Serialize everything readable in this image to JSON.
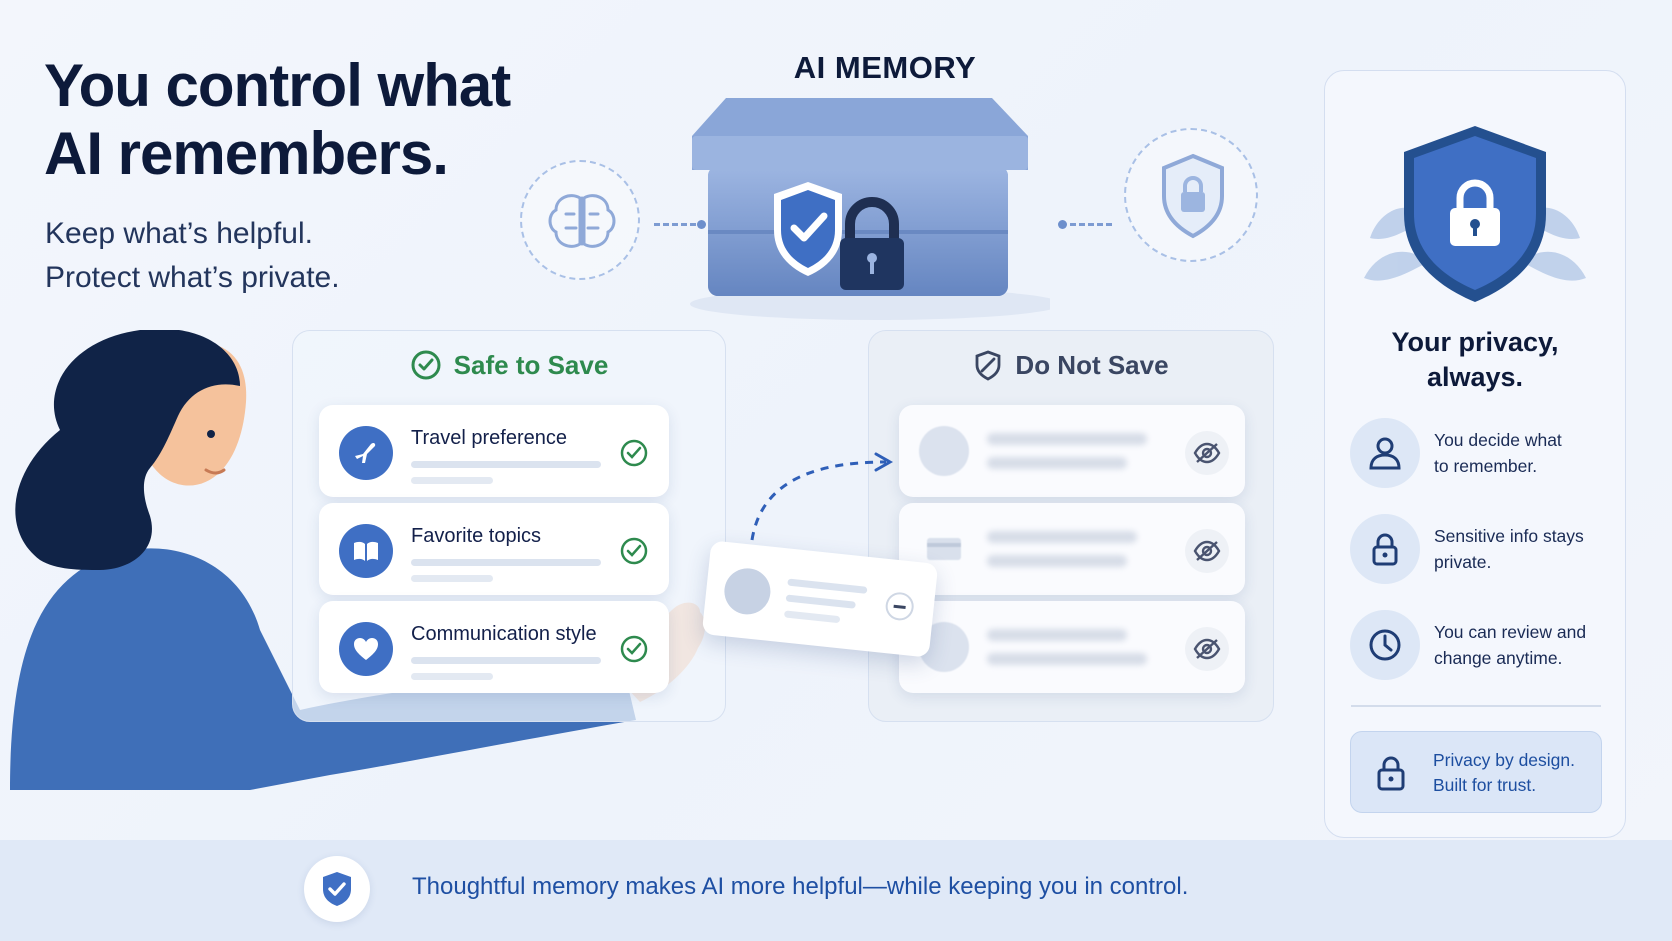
{
  "headline": {
    "line1": "You control what",
    "line2": "AI remembers.",
    "sub1": "Keep what’s helpful.",
    "sub2": "Protect what’s private."
  },
  "memory": {
    "title": "AI MEMORY"
  },
  "safe_panel": {
    "title": "Safe to Save",
    "accent": "#2e8a4e",
    "items": [
      {
        "label": "Travel preference",
        "icon": "airplane-icon"
      },
      {
        "label": "Favorite topics",
        "icon": "book-icon"
      },
      {
        "label": "Communication style",
        "icon": "heart-icon"
      }
    ]
  },
  "unsafe_panel": {
    "title": "Do Not Save",
    "items": [
      {
        "icon": "person-icon"
      },
      {
        "icon": "credit-card-icon"
      },
      {
        "icon": "location-pin-icon"
      }
    ]
  },
  "sidebar": {
    "title_line1": "Your privacy,",
    "title_line2": "always.",
    "features": [
      {
        "line1": "You decide what",
        "line2": "to remember.",
        "icon": "user-icon"
      },
      {
        "line1": "Sensitive info stays",
        "line2": "private.",
        "icon": "lock-icon"
      },
      {
        "line1": "You can review and",
        "line2": "change anytime.",
        "icon": "clock-icon"
      }
    ],
    "design_line1": "Privacy by design.",
    "design_line2": "Built for trust."
  },
  "footer": {
    "text": "Thoughtful memory makes AI more helpful—while keeping you in control."
  },
  "colors": {
    "brand_blue": "#3f6fc4",
    "navy": "#0d1a3a",
    "safe_green": "#2e8a4e"
  }
}
